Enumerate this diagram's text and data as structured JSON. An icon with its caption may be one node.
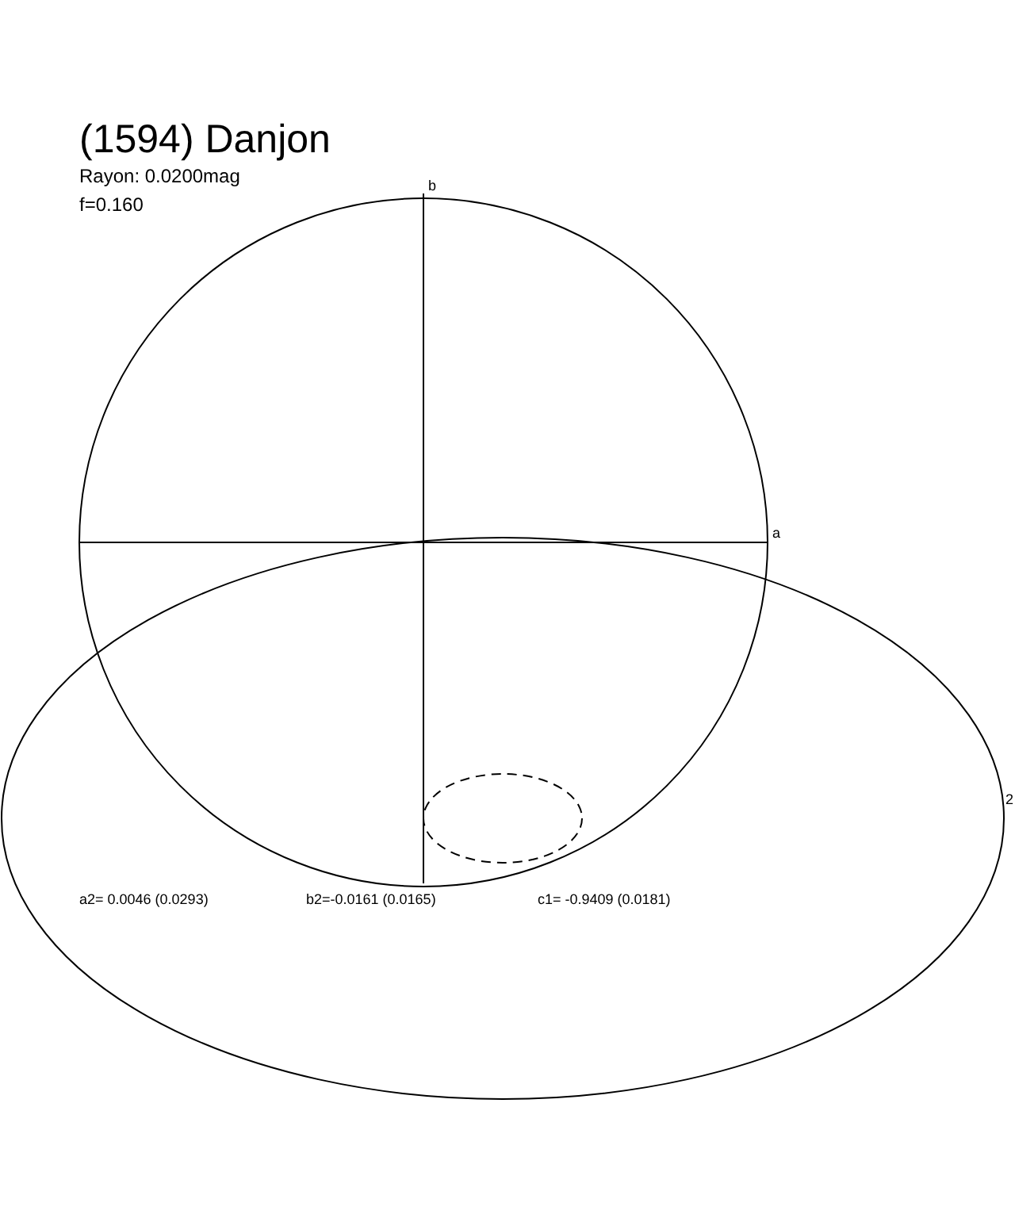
{
  "diagram": {
    "title": "(1594) Danjon",
    "labels": [
      "Rayon: 0.0200mag",
      "f=0.160",
      "b",
      "a",
      "2",
      "a2= 0.0046 (0.0293)",
      "b2=-0.0161 (0.0165)",
      "c1= -0.9409 (0.0181)"
    ]
  }
}
